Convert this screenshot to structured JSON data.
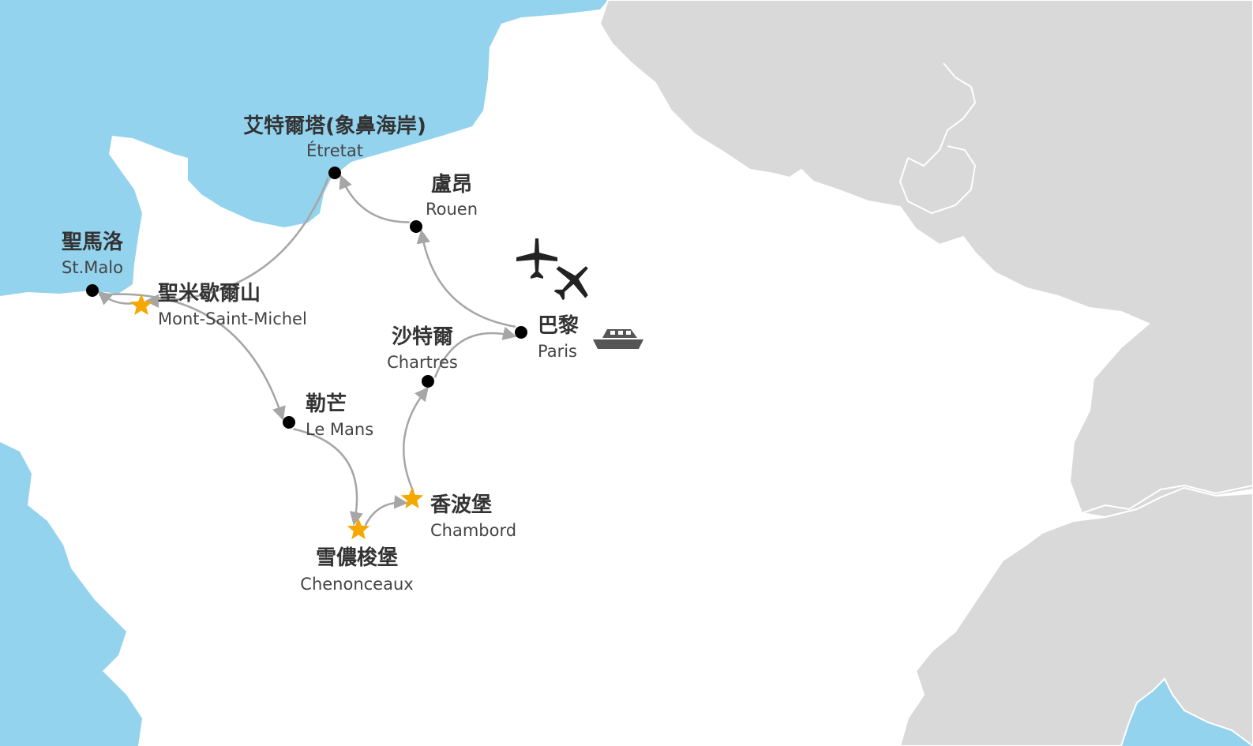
{
  "colors": {
    "sea": "#93d3ee",
    "land_france": "#ffffff",
    "land_neighbors": "#d9d9d9",
    "border": "#ffffff",
    "route": "#a6a6a6",
    "city_dot": "#000000",
    "highlight_star": "#f5a800",
    "icon": "#222222",
    "ship": "#555555",
    "label_zh": "#333333",
    "label_en": "#444444"
  },
  "stops": [
    {
      "id": "etretat",
      "zh": "艾特爾塔(象鼻海岸)",
      "en": "Étretat",
      "marker": "dot"
    },
    {
      "id": "rouen",
      "zh": "盧昂",
      "en": "Rouen",
      "marker": "dot"
    },
    {
      "id": "st-malo",
      "zh": "聖馬洛",
      "en": "St.Malo",
      "marker": "dot"
    },
    {
      "id": "mont-saint-michel",
      "zh": "聖米歇爾山",
      "en": "Mont-Saint-Michel",
      "marker": "star"
    },
    {
      "id": "paris",
      "zh": "巴黎",
      "en": "Paris",
      "marker": "dot"
    },
    {
      "id": "chartres",
      "zh": "沙特爾",
      "en": "Chartres",
      "marker": "dot"
    },
    {
      "id": "le-mans",
      "zh": "勒芒",
      "en": "Le Mans",
      "marker": "dot"
    },
    {
      "id": "chambord",
      "zh": "香波堡",
      "en": "Chambord",
      "marker": "star"
    },
    {
      "id": "chenonceaux",
      "zh": "雪儂梭堡",
      "en": "Chenonceaux",
      "marker": "star"
    }
  ],
  "route_order": [
    "paris",
    "rouen",
    "etretat",
    "mont-saint-michel",
    "st-malo",
    "le-mans",
    "chenonceaux",
    "chambord",
    "chartres",
    "paris"
  ],
  "icons": {
    "flight_arrival": "airplane-icon",
    "flight_departure": "airplane-icon",
    "cruise": "ship-icon"
  }
}
